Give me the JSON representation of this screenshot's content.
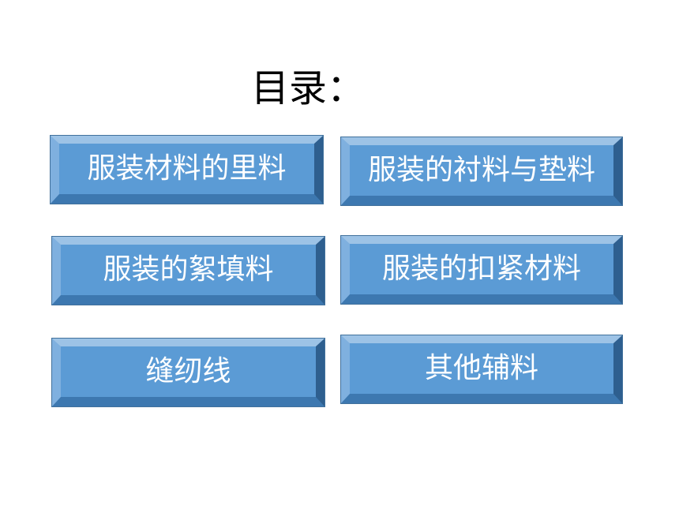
{
  "title": "目录：",
  "menu": {
    "items": [
      {
        "label": "服装材料的里料"
      },
      {
        "label": "服装的衬料与垫料"
      },
      {
        "label": "服装的絮填料"
      },
      {
        "label": "服装的扣紧材料"
      },
      {
        "label": "缝纫线"
      },
      {
        "label": "其他辅料"
      }
    ]
  },
  "colors": {
    "button_face": "#5b9bd5",
    "button_highlight": "#9dc3e6",
    "button_shadow": "#2e5f8f",
    "button_outline": "#41719c",
    "text_on_button": "#ffffff",
    "title_text": "#000000"
  }
}
